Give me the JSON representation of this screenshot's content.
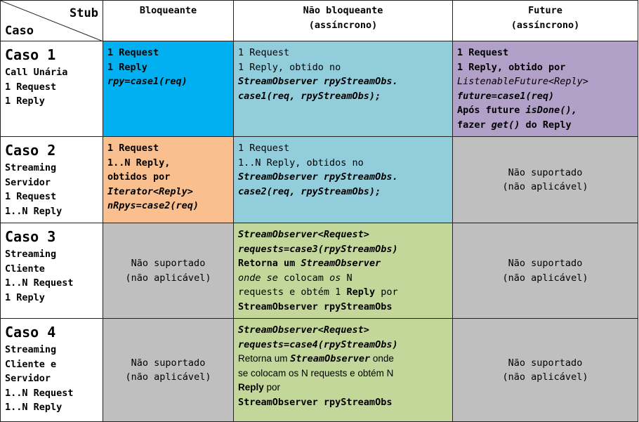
{
  "header": {
    "stub": "Stub",
    "caso": "Caso",
    "col_blocking": "Bloqueante",
    "col_nonblocking": [
      "Não bloqueante",
      "(assíncrono)"
    ],
    "col_future": [
      "Future",
      "(assíncrono)"
    ]
  },
  "not_supported": [
    "Não suportado",
    "(não aplicável)"
  ],
  "rows": [
    {
      "title": "Caso 1",
      "desc": [
        "Call Unária",
        "1 Request",
        "1 Reply"
      ],
      "blocking": [
        "1 Request",
        "1 Reply",
        "rpy=case1(req)"
      ],
      "nonblocking": [
        "1 Request",
        "1 Reply, obtido no",
        "StreamObserver rpyStreamObs.",
        "case1(req, rpyStreamObs);"
      ],
      "future": [
        "1 Request",
        "1 Reply, obtido por",
        "ListenableFuture<Reply>",
        "future=case1(req)",
        "Após future ",
        "isDone(),",
        "fazer ",
        "get()",
        " do Reply"
      ]
    },
    {
      "title": "Caso 2",
      "desc": [
        "Streaming",
        "Servidor",
        "1 Request",
        "1..N Reply"
      ],
      "blocking": [
        "1 Request",
        "1..N Reply,",
        "obtidos por",
        "Iterator<Reply>",
        "nRpys=case2(req)"
      ],
      "nonblocking": [
        "1 Request",
        "1..N Reply, obtidos no",
        "StreamObserver rpyStreamObs.",
        "case2(req, rpyStreamObs);"
      ]
    },
    {
      "title": "Caso 3",
      "desc": [
        "Streaming",
        "Cliente",
        "1..N Request",
        "1 Reply"
      ],
      "nonblocking": [
        "StreamObserver<Request>",
        "requests=case3(rpyStreamObs)",
        "Retorna um ",
        "StreamObserver",
        "onde se",
        " colocam ",
        "os",
        " N",
        "requests e obtém 1 ",
        "Reply",
        " por",
        "StreamObserver rpyStreamObs"
      ]
    },
    {
      "title": "Caso 4",
      "desc": [
        "Streaming",
        "Cliente e",
        "Servidor",
        "1..N Request",
        "1..N Reply"
      ],
      "nonblocking": [
        "StreamObserver<Request>",
        "requests=case4(rpyStreamObs)",
        "Retorna um ",
        "StreamObserver",
        "  onde",
        "se colocam os N requests e obtém N",
        "Reply",
        " por",
        "StreamObserver rpyStreamObs"
      ]
    }
  ]
}
